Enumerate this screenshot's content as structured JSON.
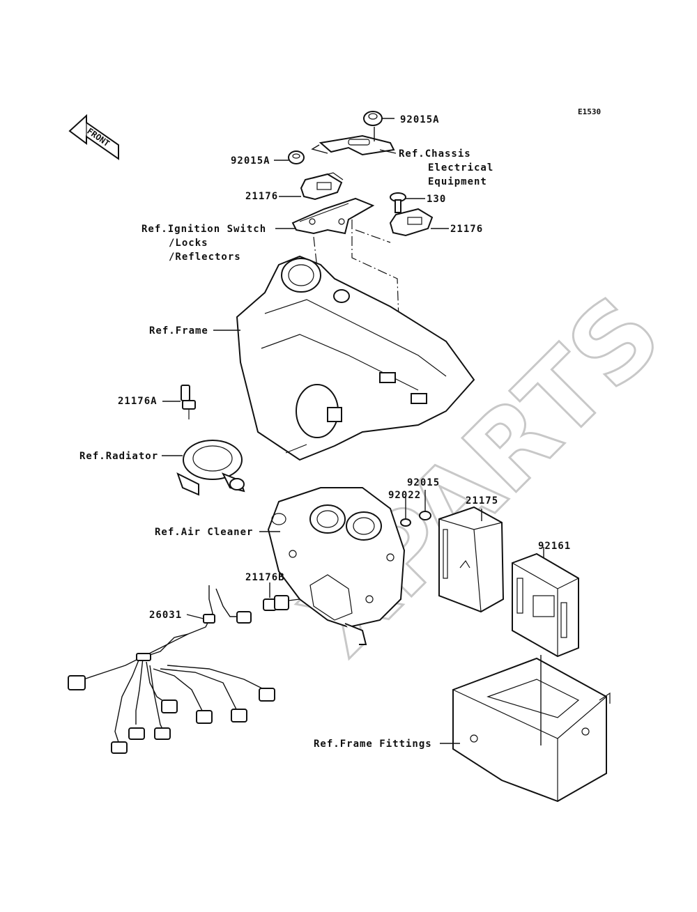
{
  "diagram_code": "E1530",
  "front_badge": "FRONT",
  "watermark": "XPARTS",
  "callouts": {
    "p92015A_top": "92015A",
    "ref_chassis_1": "Ref.Chassis",
    "ref_chassis_2": "Electrical",
    "ref_chassis_3": "Equipment",
    "p92015A_left": "92015A",
    "p21176_left": "21176",
    "p130": "130",
    "p21176_right": "21176",
    "ref_ignition_1": "Ref.Ignition Switch",
    "ref_ignition_2": "/Locks",
    "ref_ignition_3": "/Reflectors",
    "ref_frame": "Ref.Frame",
    "p21176A": "21176A",
    "ref_radiator": "Ref.Radiator",
    "p92015": "92015",
    "p92022": "92022",
    "p21175": "21175",
    "p92161": "92161",
    "ref_air_cleaner": "Ref.Air Cleaner",
    "p21176B": "21176B",
    "p26031": "26031",
    "ref_frame_fittings": "Ref.Frame Fittings"
  }
}
